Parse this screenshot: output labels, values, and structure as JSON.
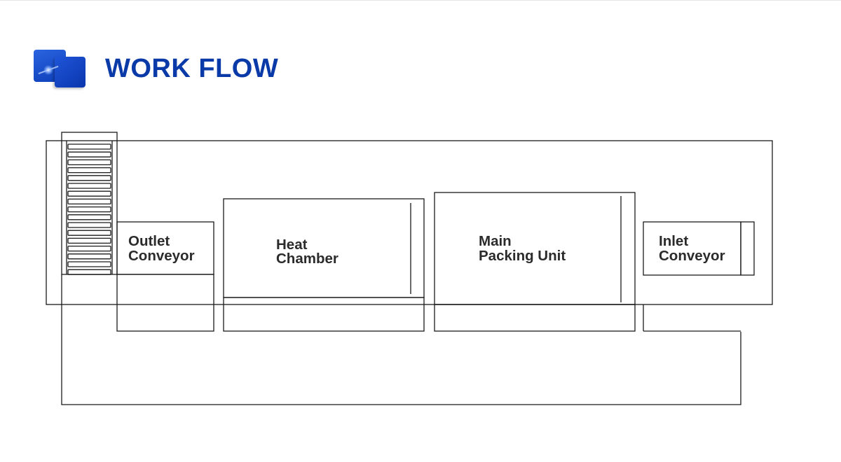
{
  "header": {
    "title": "WORK FLOW",
    "logo_icon": "layers-logo-icon"
  },
  "diagram": {
    "units": [
      {
        "id": "outlet",
        "line1": "Outlet",
        "line2": "Conveyor"
      },
      {
        "id": "heat",
        "line1": "Heat",
        "line2": "Chamber"
      },
      {
        "id": "main",
        "line1": "Main",
        "line2": "Packing Unit"
      },
      {
        "id": "inlet",
        "line1": "Inlet",
        "line2": "Conveyor"
      }
    ],
    "stroke_color": "#1a1a1a",
    "text_color": "#2b2b2b",
    "title_color": "#0a3aa8"
  }
}
